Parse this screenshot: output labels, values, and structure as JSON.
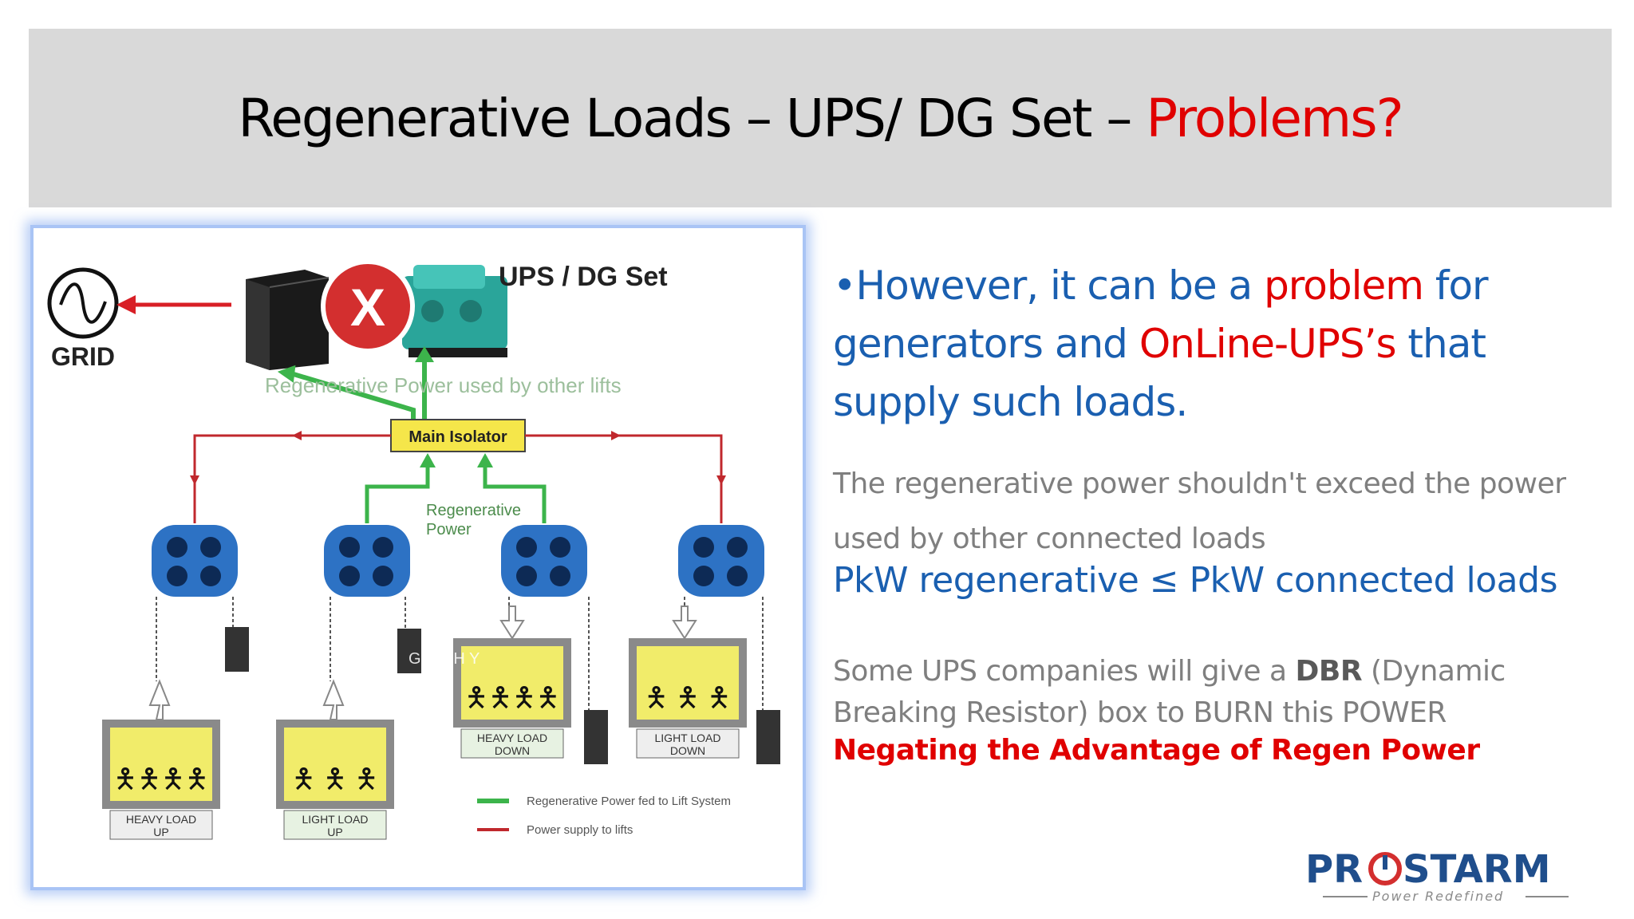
{
  "title": {
    "main": "Regenerative Loads – UPS/ DG Set – ",
    "highlight": "Problems?"
  },
  "diagram": {
    "grid_label": "GRID",
    "ups_dg_label": "UPS / DG Set",
    "regen_used_label": "Regenerative Power used by other lifts",
    "main_isolator": "Main Isolator",
    "regen_power_line1": "Regenerative",
    "regen_power_line2": "Power",
    "cabins": [
      {
        "line1": "HEAVY LOAD",
        "line2": "UP"
      },
      {
        "line1": "LIGHT LOAD",
        "line2": "UP"
      },
      {
        "line1": "HEAVY LOAD",
        "line2": "DOWN"
      },
      {
        "line1": "LIGHT LOAD",
        "line2": "DOWN"
      }
    ],
    "watermark": "G    A P H Y",
    "legend": [
      {
        "label": "Regenerative Power fed to Lift System",
        "color": "#3cb44b"
      },
      {
        "label": "Power supply to lifts",
        "color": "#c0282d"
      }
    ],
    "cross_symbol": "X"
  },
  "content": {
    "lead_part1": "•However, it can be a ",
    "lead_red1": "problem",
    "lead_part2": " for generators and ",
    "lead_red2": "OnLine-UPS’s",
    "lead_part3": " that supply such loads.",
    "para1": "The regenerative power shouldn't exceed the power used by other connected loads",
    "formula": "PkW regenerative ≤ PkW connected loads",
    "para2_part1": "Some UPS companies will give a ",
    "para2_bold": "DBR",
    "para2_part2": " (Dynamic Breaking Resistor) box to BURN this POWER",
    "negate": "Negating the Advantage of Regen Power"
  },
  "logo": {
    "name_part1": "PR",
    "name_part2": "STARM",
    "tagline": "Power Redefined"
  },
  "colors": {
    "accent_blue": "#1a5fb0",
    "accent_red": "#e00000",
    "regen_green": "#3cb44b",
    "supply_red": "#c0282d",
    "title_bar": "#d9d9d9"
  }
}
